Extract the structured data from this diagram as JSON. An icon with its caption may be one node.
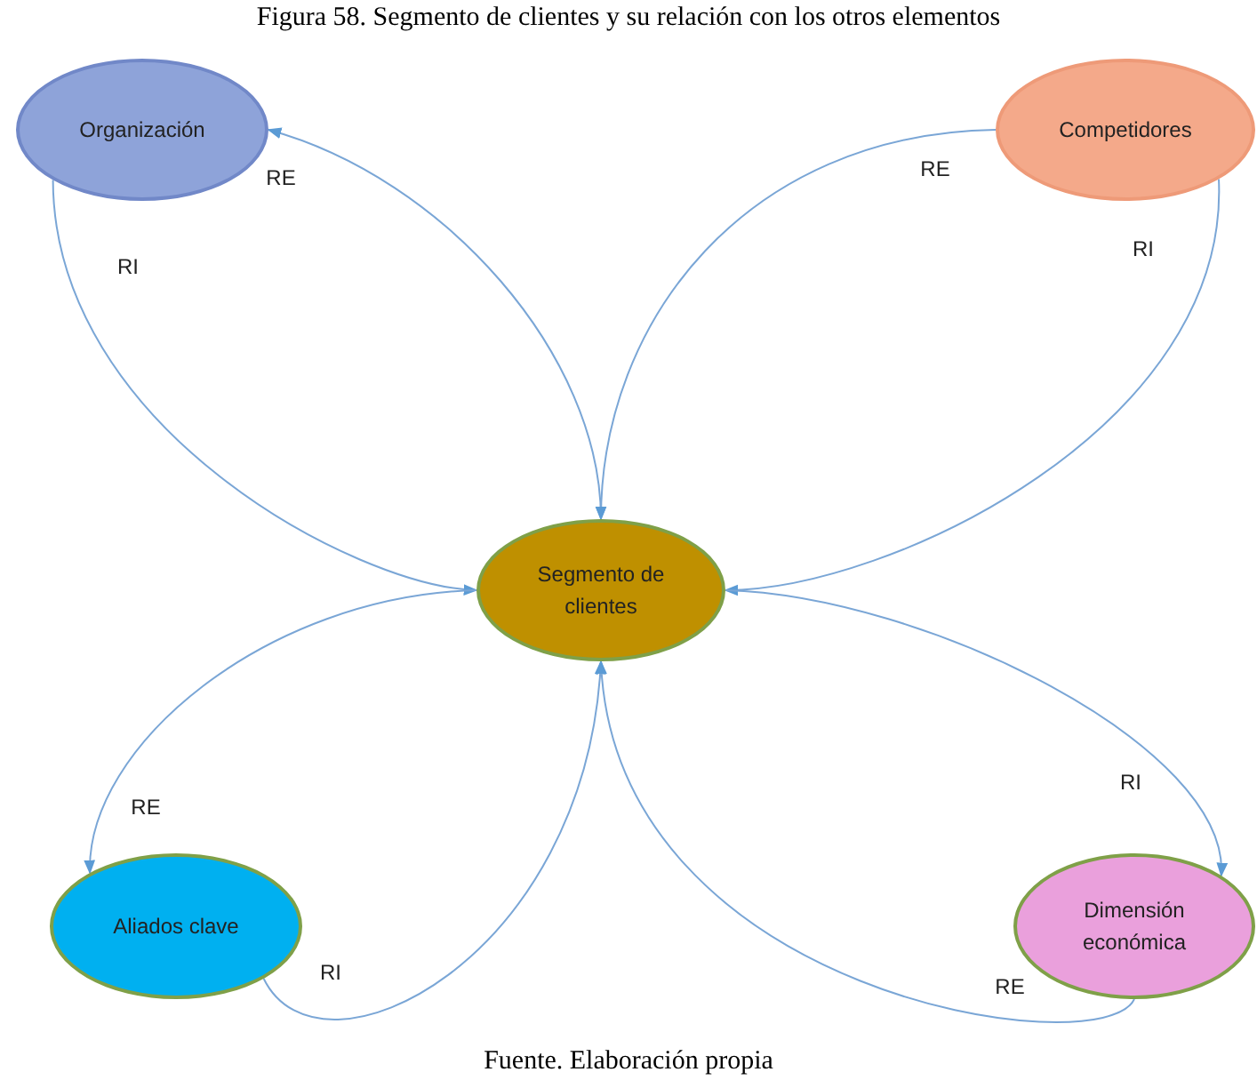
{
  "diagram": {
    "title": "Figura 58. Segmento de clientes y su relación con los otros elementos",
    "caption": "Fuente. Elaboración propia",
    "nodes": [
      {
        "text": [
          "Organización"
        ]
      },
      {
        "text": [
          "Competidores"
        ]
      },
      {
        "text": [
          "Segmento de clientes"
        ]
      },
      {
        "text": [
          "Aliados clave"
        ]
      },
      {
        "text": [
          "Dimensión económica"
        ]
      }
    ],
    "edges": [
      {
        "from": 0,
        "to": 2,
        "arrow": "both",
        "label": "RE"
      },
      {
        "from": 1,
        "to": 2,
        "arrow": "to",
        "label": "RE"
      },
      {
        "from": 0,
        "to": 2,
        "arrow": "to",
        "label": "RI"
      },
      {
        "from": 1,
        "to": 2,
        "arrow": "to",
        "label": "RI"
      },
      {
        "from": 2,
        "to": 3,
        "arrow": "to",
        "label": "RE"
      },
      {
        "from": 2,
        "to": 4,
        "arrow": "to",
        "label": "RI"
      },
      {
        "from": 3,
        "to": 2,
        "arrow": "to",
        "label": "RI"
      },
      {
        "from": 4,
        "to": 2,
        "arrow": "to",
        "label": "RE"
      }
    ]
  }
}
